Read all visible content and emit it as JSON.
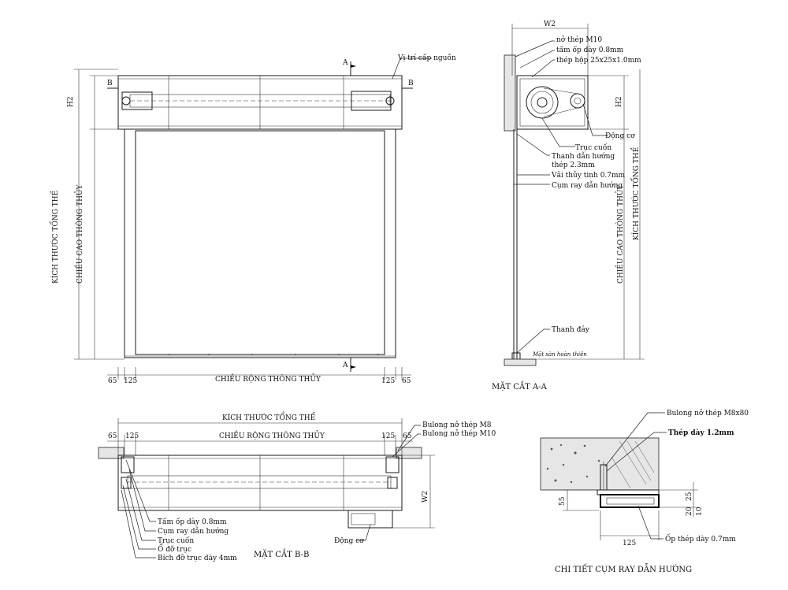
{
  "views": {
    "front": {
      "label_power": "Vị trí cấp nguồn",
      "section_A": "A",
      "section_B": "B",
      "dim_h2": "H2",
      "dim_total_height": "KÍCH THƯỚC TỔNG THỂ",
      "dim_clear_height": "CHIỀU CAO THÔNG THỦY",
      "dim_clear_width": "CHIỀU RỘNG THÔNG THỦY",
      "dim_65": "65",
      "dim_125": "125"
    },
    "section_aa": {
      "title": "MẶT CẮT A-A",
      "dim_w2": "W2",
      "dim_h2": "H2",
      "dim_total_height": "KÍCH THƯỚC TỔNG THỂ",
      "dim_clear_height": "CHIỀU CAO THÔNG THỦY",
      "labels": [
        "nở thép M10",
        "tấm ốp dày 0.8mm",
        "thép hộp 25x25x1.0mm",
        "Động cơ",
        "Trục cuốn",
        "Thanh dẫn hướng",
        "thép 2.3mm",
        "Vải thủy tinh 0.7mm",
        "Cụm ray dẫn hướng",
        "Thanh đáy",
        "Mặt sàn hoàn thiện"
      ]
    },
    "section_bb": {
      "title": "MẶT CẮT B-B",
      "dim_total": "KÍCH THƯỚC TỔNG THỂ",
      "dim_clear_width": "CHIỀU RỘNG THÔNG THỦY",
      "dim_65": "65",
      "dim_125": "125",
      "dim_w2": "W2",
      "labels": [
        "Bulong nở thép M8",
        "Bulong nở thép M10",
        "Tấm ốp dày 0.8mm",
        "Cụm ray dẫn hướng",
        "Trục cuốn",
        "Ổ đỡ trục",
        "Bích đỡ trục dày 4mm",
        "Động cơ"
      ]
    },
    "detail": {
      "title": "CHI TIẾT CỤM RAY DẪN HƯỚNG",
      "labels": [
        "Bulong nở thép M8x80",
        "Thép dày 1.2mm",
        "Ốp thép dày 0.7mm"
      ],
      "dim_55": "55",
      "dim_125": "125",
      "dim_25": "25",
      "dim_20": "20",
      "dim_10": "10"
    }
  }
}
